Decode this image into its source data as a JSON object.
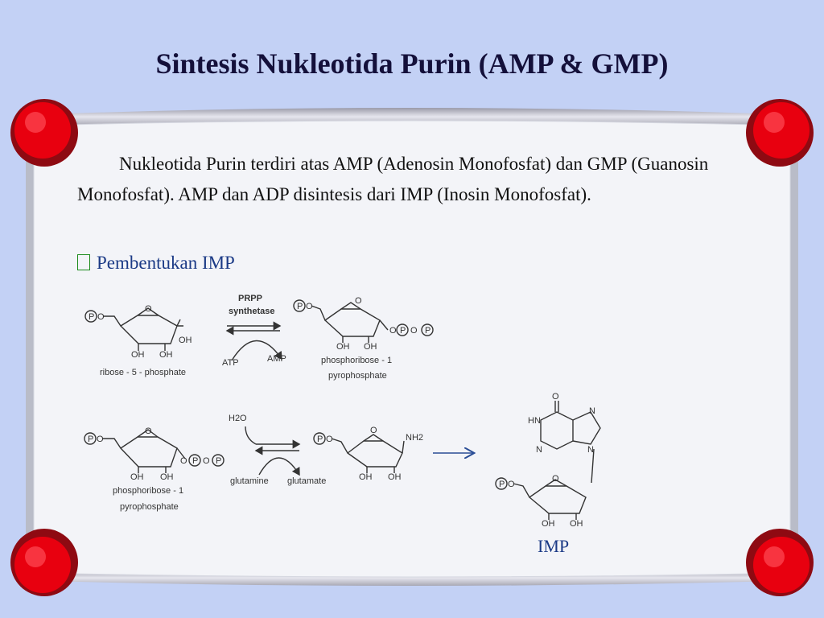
{
  "slide": {
    "title": "Sintesis Nukleotida Purin (AMP & GMP)",
    "paragraph": "Nukleotida Purin terdiri atas AMP (Adenosin Monofosfat) dan GMP (Guanosin Monofosfat). AMP dan ADP disintesis dari IMP (Inosin Monofosfat).",
    "bullet": "Pembentukan IMP"
  },
  "reaction1": {
    "substrate_label": "ribose - 5 - phosphate",
    "enzyme_line1": "PRPP",
    "enzyme_line2": "synthetase",
    "cofactor_in": "ATP",
    "cofactor_out": "AMP",
    "product_label_line1": "phosphoribose - 1",
    "product_label_line2": "pyrophosphate"
  },
  "reaction2": {
    "substrate_label_line1": "phosphoribose - 1",
    "substrate_label_line2": "pyrophosphate",
    "water": "H2O",
    "cofactor_in": "glutamine",
    "cofactor_out": "glutamate",
    "amine": "NH2"
  },
  "imp": {
    "label": "IMP"
  },
  "atoms": {
    "P": "P",
    "O": "O",
    "OH": "OH",
    "N": "N",
    "HN": "HN"
  },
  "colors": {
    "background": "#c3d1f5",
    "panel": "#f3f4f8",
    "pin_red": "#e8000f",
    "accent_text": "#1b3a86"
  }
}
